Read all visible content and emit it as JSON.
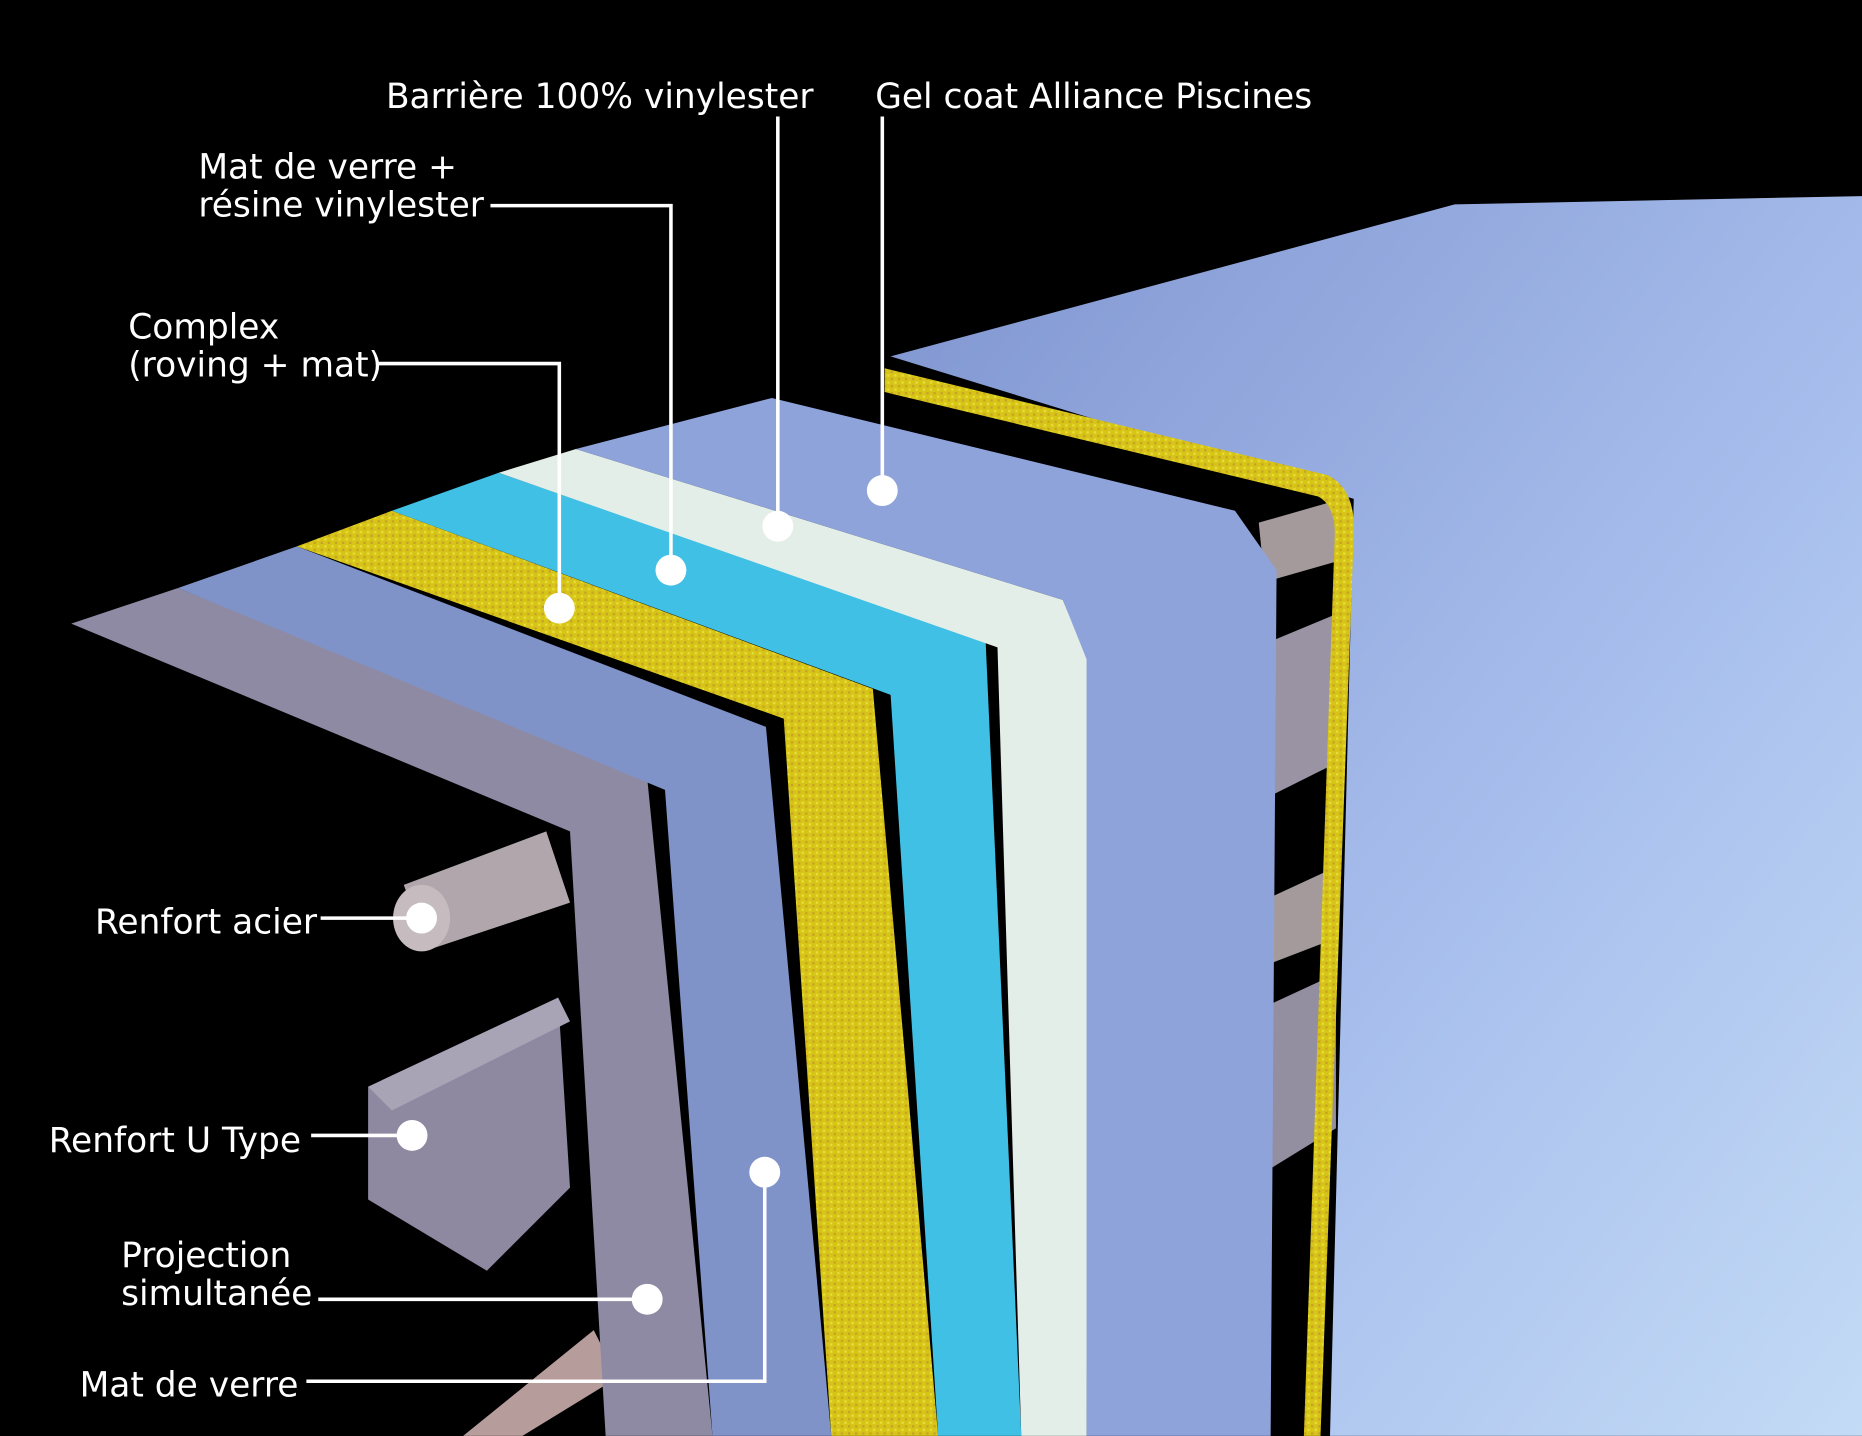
{
  "title": "Pool wall layer cross-section",
  "labels": {
    "barriere": "Barrière 100% vinylester",
    "gelcoat": "Gel coat Alliance Piscines",
    "mat_resine_1": "Mat de verre +",
    "mat_resine_2": "résine vinylester",
    "complex_1": "Complex",
    "complex_2": "(roving + mat)",
    "renfort_acier": "Renfort acier",
    "renfort_u": "Renfort U Type",
    "projection_1": "Projection",
    "projection_2": "simultanée",
    "mat_verre": "Mat de verre"
  },
  "colors": {
    "background": "#000000",
    "gelcoat": "#8fa3db",
    "barrier": "#e4eee8",
    "mat_resine": "#3fc0e4",
    "complex": "#d8c21a",
    "projection": "#7f93c9",
    "mat_verre": "#8e8aa3",
    "steel": "#a8a0a8"
  }
}
